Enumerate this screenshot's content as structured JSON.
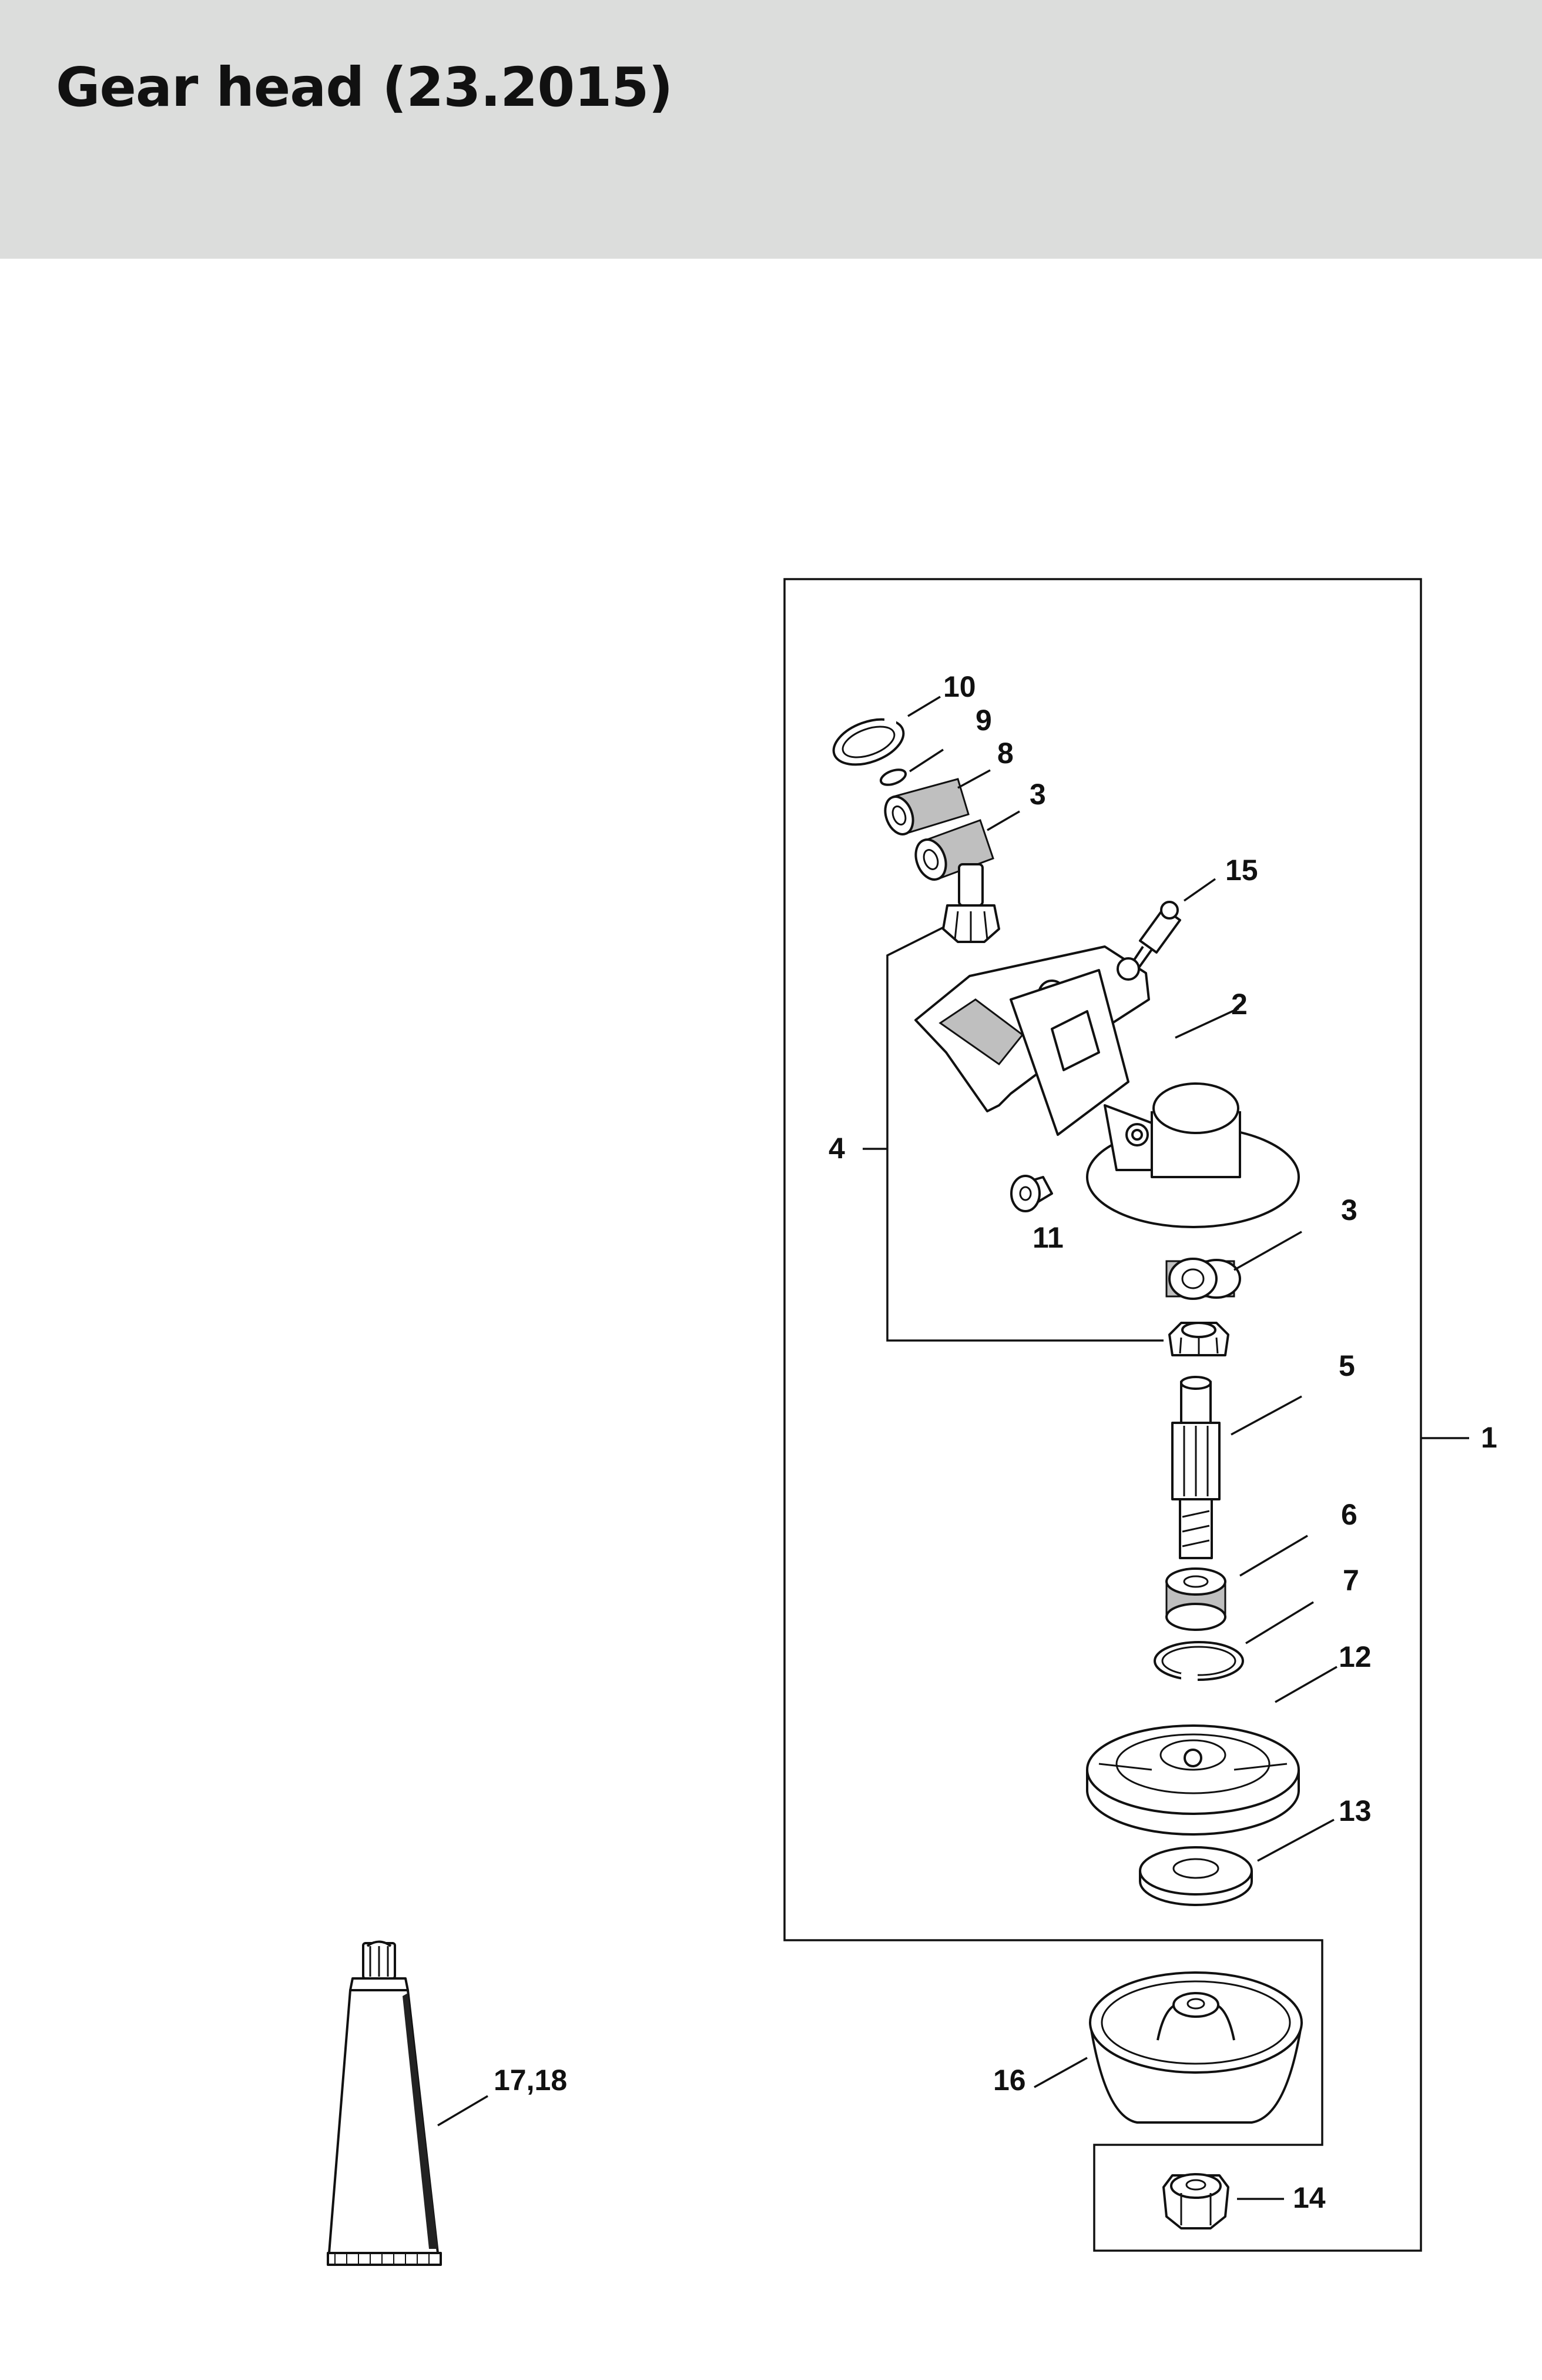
{
  "header": {
    "title": "Gear head (23.2015)",
    "background": "#dcdddc"
  },
  "diagram": {
    "callouts": [
      {
        "id": "c1",
        "label": "1"
      },
      {
        "id": "c2",
        "label": "2"
      },
      {
        "id": "c3a",
        "label": "3"
      },
      {
        "id": "c3b",
        "label": "3"
      },
      {
        "id": "c4",
        "label": "4"
      },
      {
        "id": "c5",
        "label": "5"
      },
      {
        "id": "c6",
        "label": "6"
      },
      {
        "id": "c7",
        "label": "7"
      },
      {
        "id": "c8",
        "label": "8"
      },
      {
        "id": "c9",
        "label": "9"
      },
      {
        "id": "c10",
        "label": "10"
      },
      {
        "id": "c11",
        "label": "11"
      },
      {
        "id": "c12",
        "label": "12"
      },
      {
        "id": "c13",
        "label": "13"
      },
      {
        "id": "c14",
        "label": "14"
      },
      {
        "id": "c15",
        "label": "15"
      },
      {
        "id": "c16",
        "label": "16"
      },
      {
        "id": "c17_18",
        "label": "17,18"
      }
    ]
  }
}
